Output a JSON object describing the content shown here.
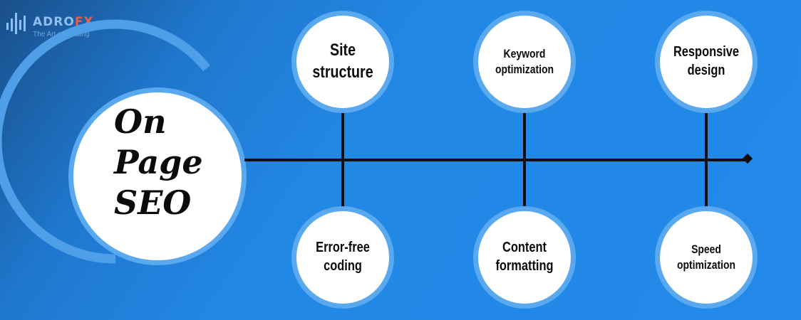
{
  "logo": {
    "name_main": "ADRO",
    "name_accent": "FX",
    "tagline": "The Art of Trading",
    "icon": "bar-chart-logo-icon"
  },
  "title": {
    "line1": "On",
    "line2": "Page",
    "line3": "SEO"
  },
  "nodes": {
    "top": [
      {
        "label": "Site structure"
      },
      {
        "label": "Keyword optimization"
      },
      {
        "label": "Responsive design"
      }
    ],
    "bottom": [
      {
        "label": "Error-free coding"
      },
      {
        "label": "Content formatting"
      },
      {
        "label": "Speed optimization"
      }
    ]
  },
  "colors": {
    "background": "#2389e8",
    "circle_ring": "#5aa9ef",
    "circle_fill": "#ffffff",
    "line": "#0e0e0e",
    "logo_accent": "#e8604a"
  }
}
